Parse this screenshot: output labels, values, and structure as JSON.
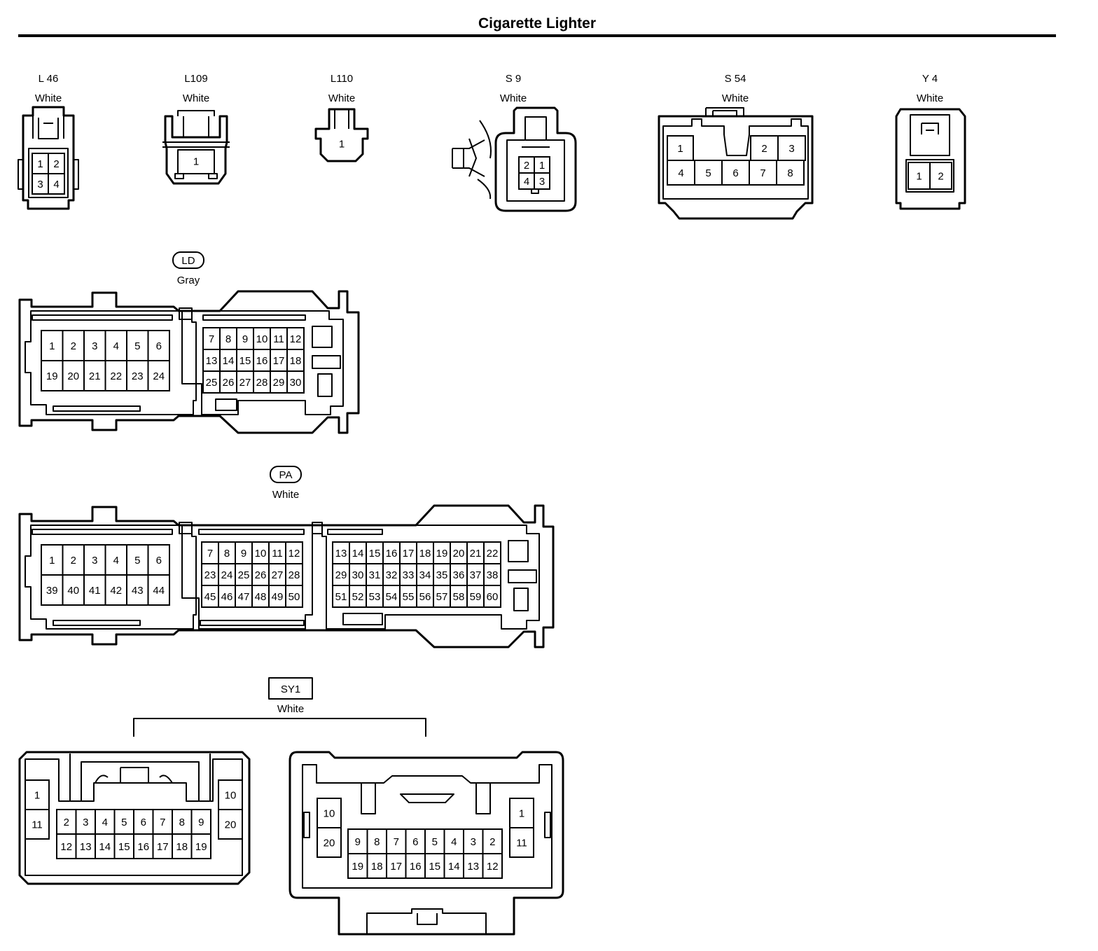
{
  "title": "Cigarette Lighter",
  "connectors": {
    "L46": {
      "code": "L 46",
      "color": "White",
      "pins": [
        "1",
        "2",
        "3",
        "4"
      ]
    },
    "L109": {
      "code": "L109",
      "color": "White",
      "pins": [
        "1"
      ]
    },
    "L110": {
      "code": "L110",
      "color": "White",
      "pins": [
        "1"
      ]
    },
    "S9": {
      "code": "S 9",
      "color": "White",
      "pins": [
        "2",
        "1",
        "4",
        "3"
      ]
    },
    "S54": {
      "code": "S 54",
      "color": "White",
      "pins": [
        "1",
        "2",
        "3",
        "4",
        "5",
        "6",
        "7",
        "8"
      ]
    },
    "Y4": {
      "code": "Y 4",
      "color": "White",
      "pins": [
        "1",
        "2"
      ]
    },
    "LD": {
      "code": "LD",
      "color": "Gray",
      "left_rows": [
        [
          "1",
          "2",
          "3",
          "4",
          "5",
          "6"
        ],
        [
          "19",
          "20",
          "21",
          "22",
          "23",
          "24"
        ]
      ],
      "right_rows": [
        [
          "7",
          "8",
          "9",
          "10",
          "11",
          "12"
        ],
        [
          "13",
          "14",
          "15",
          "16",
          "17",
          "18"
        ],
        [
          "25",
          "26",
          "27",
          "28",
          "29",
          "30"
        ]
      ]
    },
    "PA": {
      "code": "PA",
      "color": "White",
      "left_rows": [
        [
          "1",
          "2",
          "3",
          "4",
          "5",
          "6"
        ],
        [
          "39",
          "40",
          "41",
          "42",
          "43",
          "44"
        ]
      ],
      "mid_rows": [
        [
          "7",
          "8",
          "9",
          "10",
          "11",
          "12"
        ],
        [
          "23",
          "24",
          "25",
          "26",
          "27",
          "28"
        ],
        [
          "45",
          "46",
          "47",
          "48",
          "49",
          "50"
        ]
      ],
      "right_rows": [
        [
          "13",
          "14",
          "15",
          "16",
          "17",
          "18",
          "19",
          "20",
          "21",
          "22"
        ],
        [
          "29",
          "30",
          "31",
          "32",
          "33",
          "34",
          "35",
          "36",
          "37",
          "38"
        ],
        [
          "51",
          "52",
          "53",
          "54",
          "55",
          "56",
          "57",
          "58",
          "59",
          "60"
        ]
      ]
    },
    "SY1": {
      "code": "SY1",
      "color": "White",
      "a_side_left": [
        "1",
        "11"
      ],
      "a_side_right": [
        "10",
        "20"
      ],
      "a_rows": [
        [
          "2",
          "3",
          "4",
          "5",
          "6",
          "7",
          "8",
          "9"
        ],
        [
          "12",
          "13",
          "14",
          "15",
          "16",
          "17",
          "18",
          "19"
        ]
      ],
      "b_side_left": [
        "10",
        "20"
      ],
      "b_side_right": [
        "1",
        "11"
      ],
      "b_rows": [
        [
          "9",
          "8",
          "7",
          "6",
          "5",
          "4",
          "3",
          "2"
        ],
        [
          "19",
          "18",
          "17",
          "16",
          "15",
          "14",
          "13",
          "12"
        ]
      ]
    }
  }
}
